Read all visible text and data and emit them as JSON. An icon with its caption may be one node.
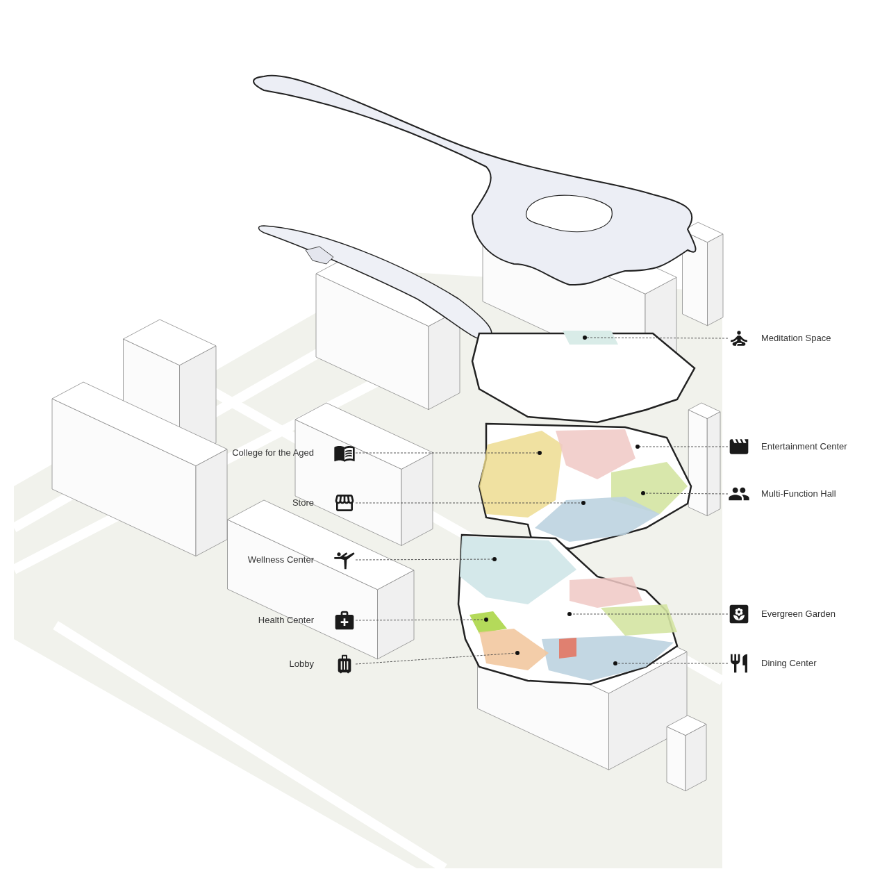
{
  "diagram": {
    "nodes": [
      {
        "text": [
          "Meditation Space"
        ]
      },
      {
        "text": [
          "College for the Aged"
        ]
      },
      {
        "text": [
          "Entertainment Center"
        ]
      },
      {
        "text": [
          "Multi-Function Hall"
        ]
      },
      {
        "text": [
          "Store"
        ]
      },
      {
        "text": [
          "Wellness Center"
        ]
      },
      {
        "text": [
          "Evergreen Garden"
        ]
      },
      {
        "text": [
          "Health Center"
        ]
      },
      {
        "text": [
          "Dining Center"
        ]
      },
      {
        "text": [
          "Lobby"
        ]
      },
      {
        "text": [],
        "shape": "circle"
      },
      {
        "text": [],
        "shape": "circle"
      },
      {
        "text": [],
        "shape": "circle"
      },
      {
        "text": [],
        "shape": "circle"
      },
      {
        "text": [],
        "shape": "circle"
      },
      {
        "text": [],
        "shape": "circle"
      },
      {
        "text": [],
        "shape": "circle"
      },
      {
        "text": [],
        "shape": "circle"
      },
      {
        "text": [],
        "shape": "circle"
      },
      {
        "text": [],
        "shape": "circle"
      }
    ],
    "edges": [
      {
        "from": 0,
        "to": 10,
        "arrow": "none"
      },
      {
        "from": 1,
        "to": 11,
        "arrow": "none"
      },
      {
        "from": 2,
        "to": 12,
        "arrow": "none"
      },
      {
        "from": 3,
        "to": 13,
        "arrow": "none"
      },
      {
        "from": 4,
        "to": 14,
        "arrow": "none"
      },
      {
        "from": 5,
        "to": 15,
        "arrow": "none"
      },
      {
        "from": 6,
        "to": 16,
        "arrow": "none"
      },
      {
        "from": 7,
        "to": 17,
        "arrow": "none"
      },
      {
        "from": 8,
        "to": 18,
        "arrow": "none"
      },
      {
        "from": 9,
        "to": 19,
        "arrow": "none"
      }
    ]
  }
}
